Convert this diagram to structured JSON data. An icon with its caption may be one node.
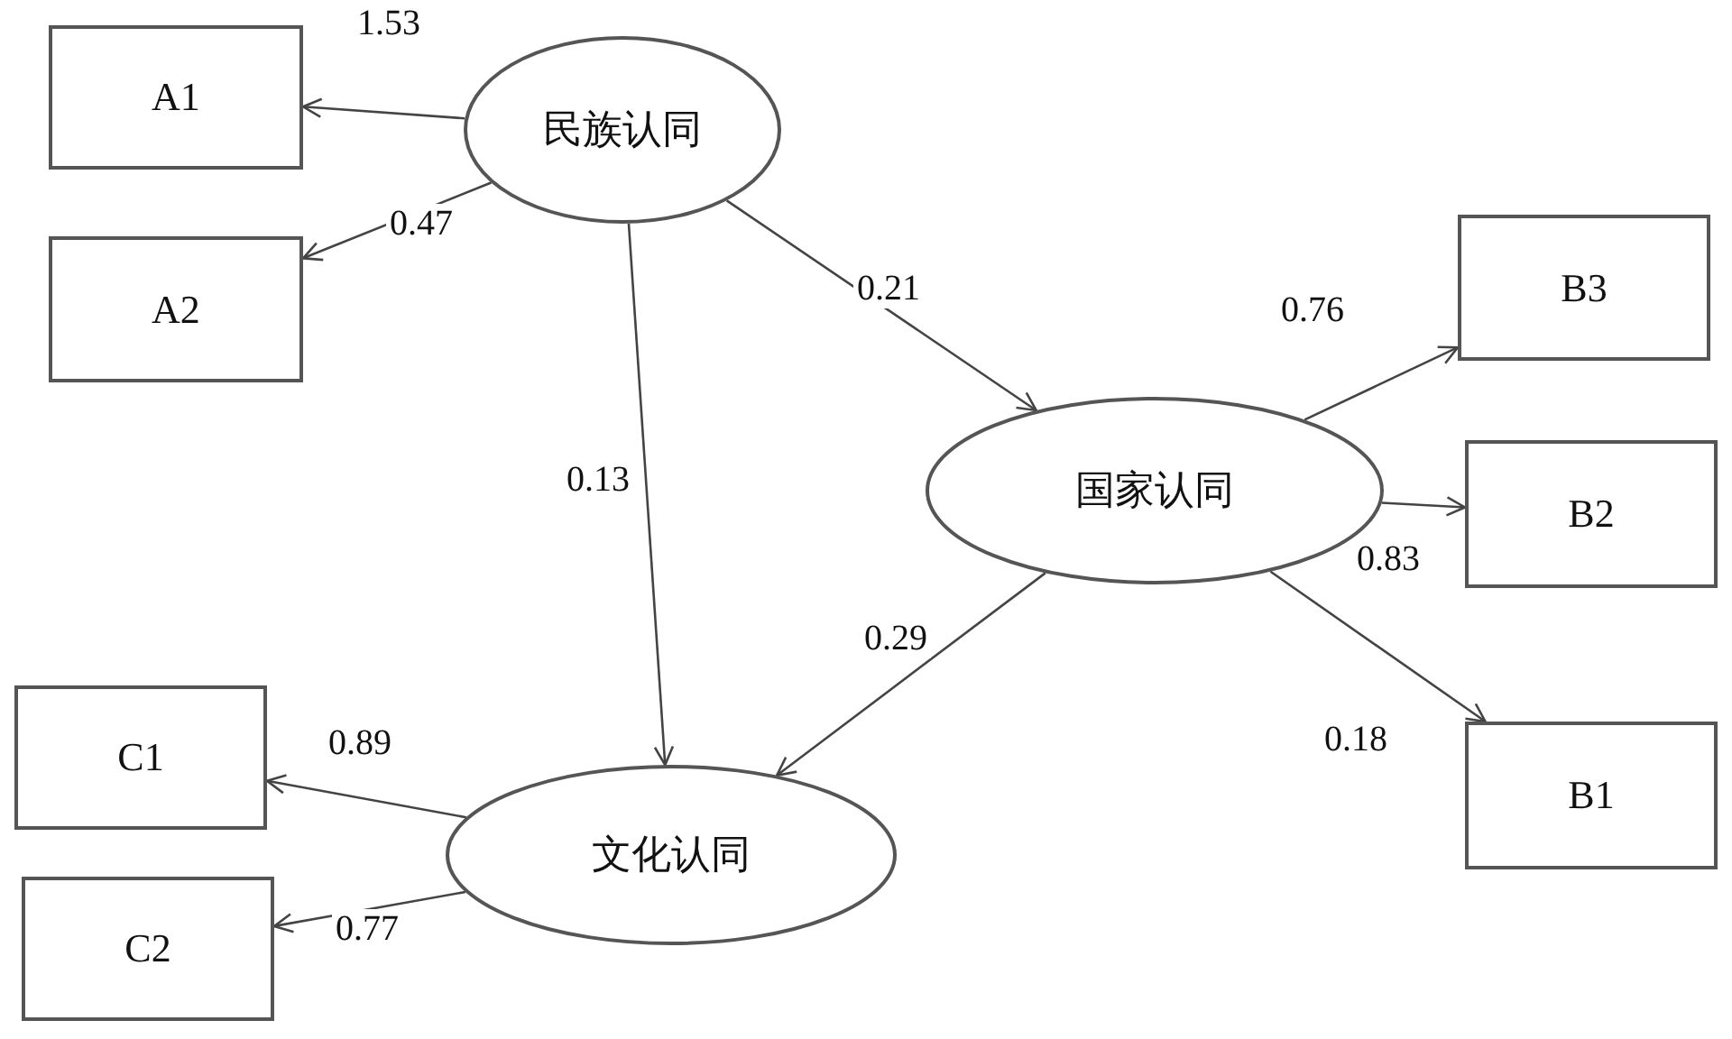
{
  "diagram": {
    "nodes": [
      {
        "text": [
          "A1"
        ]
      },
      {
        "text": [
          "民族认同"
        ]
      },
      {
        "text": [
          "A2"
        ]
      },
      {
        "text": [
          "B3"
        ]
      },
      {
        "text": [
          "国家认同"
        ]
      },
      {
        "text": [
          "B2"
        ]
      },
      {
        "text": [
          "C1"
        ]
      },
      {
        "text": [
          "B1"
        ]
      },
      {
        "text": [
          "文化认同"
        ]
      },
      {
        "text": [
          "C2"
        ]
      }
    ],
    "edges": [
      {
        "from": 1,
        "to": 0,
        "arrow": "to",
        "label": "1.53"
      },
      {
        "from": 1,
        "to": 2,
        "arrow": "to",
        "label": "0.47"
      },
      {
        "from": 1,
        "to": 4,
        "arrow": "to",
        "label": "0.21"
      },
      {
        "from": 1,
        "to": 8,
        "arrow": "to",
        "label": "0.13"
      },
      {
        "from": 4,
        "to": 3,
        "arrow": "to",
        "label": "0.76"
      },
      {
        "from": 4,
        "to": 5,
        "arrow": "to",
        "label": "0.83"
      },
      {
        "from": 4,
        "to": 7,
        "arrow": "to",
        "label": "0.18"
      },
      {
        "from": 4,
        "to": 8,
        "arrow": "to",
        "label": "0.29"
      },
      {
        "from": 8,
        "to": 6,
        "arrow": "to",
        "label": "0.89"
      },
      {
        "from": 8,
        "to": 9,
        "arrow": "to",
        "label": "0.77"
      }
    ]
  }
}
